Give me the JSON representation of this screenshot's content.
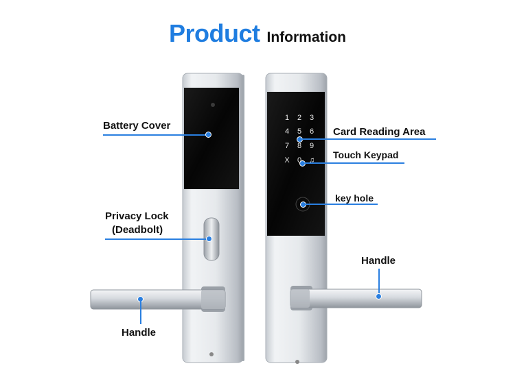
{
  "title": {
    "highlight": "Product",
    "rest": "Information"
  },
  "labels": {
    "battery_cover": "Battery Cover",
    "privacy_lock_line1": "Privacy Lock",
    "privacy_lock_line2": "(Deadbolt)",
    "handle_left": "Handle",
    "card_reading_area": "Card Reading Area",
    "touch_keypad": "Touch Keypad",
    "key_hole": "key hole",
    "handle_right": "Handle"
  },
  "keypad": [
    "1",
    "2",
    "3",
    "4",
    "5",
    "6",
    "7",
    "8",
    "9",
    "X",
    "0",
    "♫"
  ],
  "colors": {
    "accent": "#1f7de0",
    "line": "#2a7fe0",
    "panel": "#0a0a0a",
    "metal": "#d9dde2"
  }
}
